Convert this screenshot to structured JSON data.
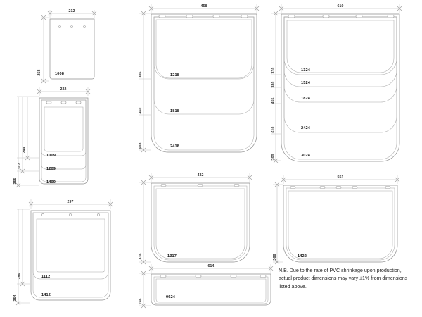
{
  "document": {
    "title": "PVC Mudflap Dimension Drawing Sheet",
    "note": "N.B. Due to the rate of PVC shrinkage upon production, actual product dimensions may vary ±1% from dimensions listed above.",
    "line_color": "#8d8d8d",
    "text_color": "#1a1a1a",
    "background": "#ffffff"
  },
  "groups": [
    {
      "id": "group-212",
      "width_label": "212",
      "hole_type": "round",
      "hole_count": 3,
      "parts": [
        {
          "part_no": "1008",
          "height_label": "258"
        }
      ]
    },
    {
      "id": "group-232",
      "width_label": "232",
      "hole_type": "slot",
      "hole_count": 3,
      "parts": [
        {
          "part_no": "1009",
          "height_label": "249"
        },
        {
          "part_no": "1209",
          "height_label": "307"
        },
        {
          "part_no": "1409",
          "height_label": "355"
        }
      ]
    },
    {
      "id": "group-297",
      "width_label": "297",
      "hole_type": "round",
      "hole_count": 3,
      "parts": [
        {
          "part_no": "1112",
          "height_label": "286"
        },
        {
          "part_no": "1412",
          "height_label": "354"
        }
      ]
    },
    {
      "id": "group-458",
      "width_label": "458",
      "hole_type": "slot",
      "hole_count": 4,
      "parts": [
        {
          "part_no": "1218",
          "height_label": "306"
        },
        {
          "part_no": "1818",
          "height_label": "460"
        },
        {
          "part_no": "2418",
          "height_label": "608"
        }
      ]
    },
    {
      "id": "group-432",
      "width_label": "432",
      "hole_type": "slot",
      "hole_count": 3,
      "parts": [
        {
          "part_no": "1317",
          "height_label": "336"
        }
      ]
    },
    {
      "id": "group-614",
      "width_label": "614",
      "hole_type": "slot",
      "hole_count": 4,
      "parts": [
        {
          "part_no": "0624",
          "height_label": "156"
        }
      ]
    },
    {
      "id": "group-610",
      "width_label": "610",
      "hole_type": "slot",
      "hole_count": 4,
      "parts": [
        {
          "part_no": "1324",
          "height_label": "330"
        },
        {
          "part_no": "1524",
          "height_label": "380"
        },
        {
          "part_no": "1824",
          "height_label": "455"
        },
        {
          "part_no": "2424",
          "height_label": "610"
        },
        {
          "part_no": "3024",
          "height_label": "760"
        }
      ]
    },
    {
      "id": "group-551",
      "width_label": "551",
      "hole_type": "slot",
      "hole_count": 5,
      "parts": [
        {
          "part_no": "1422",
          "height_label": "366"
        }
      ]
    }
  ]
}
